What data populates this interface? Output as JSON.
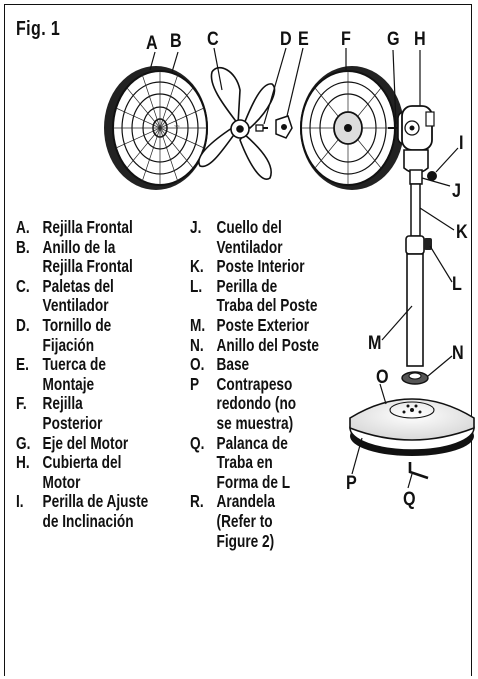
{
  "figure": {
    "title": "Fig. 1"
  },
  "callouts": {
    "A": "A",
    "B": "B",
    "C": "C",
    "D": "D",
    "E": "E",
    "F": "F",
    "G": "G",
    "H": "H",
    "I": "I",
    "J": "J",
    "K": "K",
    "L": "L",
    "M": "M",
    "N": "N",
    "O": "O",
    "P": "P",
    "Q": "Q"
  },
  "legend_left": [
    {
      "key": "A.",
      "text": "Rejilla Frontal"
    },
    {
      "key": "B.",
      "text": "Anillo de la\nRejilla Frontal"
    },
    {
      "key": "C.",
      "text": "Paletas del\nVentilador"
    },
    {
      "key": "D.",
      "text": "Tornillo de\nFijación"
    },
    {
      "key": "E.",
      "text": "Tuerca de\nMontaje"
    },
    {
      "key": "F.",
      "text": "Rejilla\nPosterior"
    },
    {
      "key": "G.",
      "text": "Eje del Motor"
    },
    {
      "key": "H.",
      "text": "Cubierta del\nMotor"
    },
    {
      "key": "I.",
      "text": "Perilla de Ajuste\nde Inclinación"
    }
  ],
  "legend_right": [
    {
      "key": "J.",
      "text": "Cuello del\nVentilador"
    },
    {
      "key": "K.",
      "text": "Poste Interior"
    },
    {
      "key": "L.",
      "text": "Perilla de\nTraba del Poste"
    },
    {
      "key": "M.",
      "text": "Poste Exterior"
    },
    {
      "key": "N.",
      "text": "Anillo del Poste"
    },
    {
      "key": "O.",
      "text": "Base"
    },
    {
      "key": "P",
      "text": "Contrapeso\nredondo (no\nse muestra)"
    },
    {
      "key": "Q.",
      "text": "Palanca de\nTraba en\nForma de L"
    },
    {
      "key": "R.",
      "text": "Arandela\n(Refer to\nFigure 2)"
    }
  ]
}
